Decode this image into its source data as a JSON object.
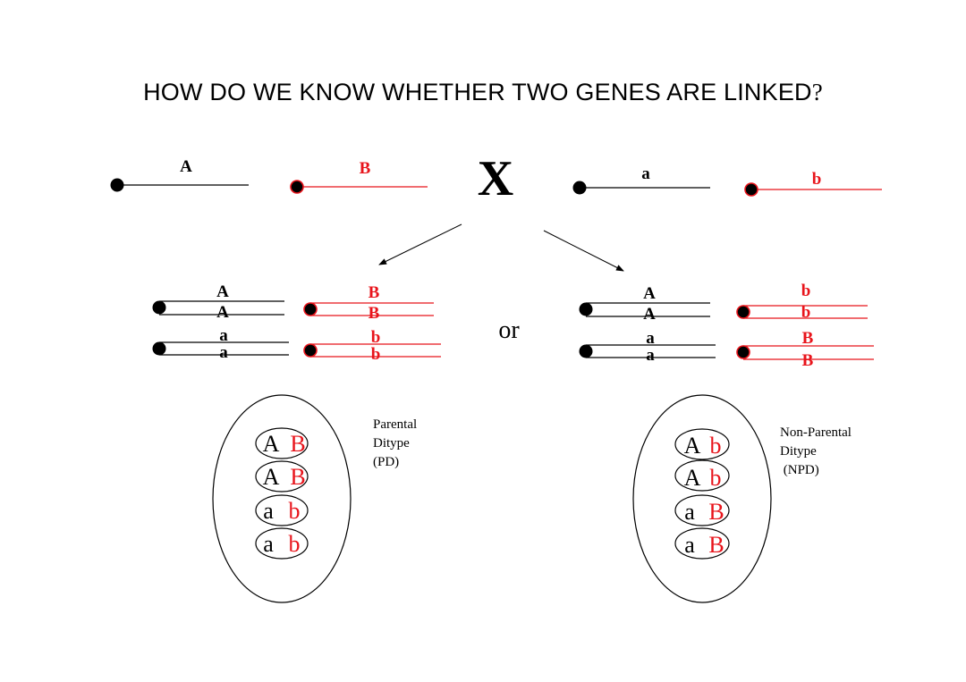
{
  "title": {
    "text": "HOW DO WE KNOW WHETHER TWO GENES ARE LINKED",
    "qmark": "?"
  },
  "colors": {
    "black": "#000000",
    "red": "#e8141b"
  },
  "cross": {
    "symbol": "X",
    "parent1": {
      "chrom1_gene": "A",
      "chrom2_gene": "B"
    },
    "parent2": {
      "chrom1_gene": "a",
      "chrom2_gene": "b"
    }
  },
  "or_label": "or",
  "left_meiosis": {
    "row1": {
      "black_top": "A",
      "black_bottom": "A",
      "red_top": "B",
      "red_bottom": "B"
    },
    "row2": {
      "black_top": "a",
      "black_bottom": "a",
      "red_top": "b",
      "red_bottom": "b"
    }
  },
  "right_meiosis": {
    "row1": {
      "black_top": "A",
      "black_bottom": "A",
      "red_top": "b",
      "red_bottom": "b"
    },
    "row2": {
      "black_top": "a",
      "black_bottom": "a",
      "red_top": "B",
      "red_bottom": "B"
    }
  },
  "ascus_pd": {
    "spores": [
      {
        "g1": "A",
        "g2": "B"
      },
      {
        "g1": "A",
        "g2": "B"
      },
      {
        "g1": "a",
        "g2": "b"
      },
      {
        "g1": "a",
        "g2": "b"
      }
    ],
    "caption": [
      "Parental",
      "Ditype",
      "(PD)"
    ]
  },
  "ascus_npd": {
    "spores": [
      {
        "g1": "A",
        "g2": "b"
      },
      {
        "g1": "A",
        "g2": "b"
      },
      {
        "g1": "a",
        "g2": "B"
      },
      {
        "g1": "a",
        "g2": "B"
      }
    ],
    "caption": [
      "Non-Parental",
      "Ditype",
      " (NPD)"
    ]
  }
}
